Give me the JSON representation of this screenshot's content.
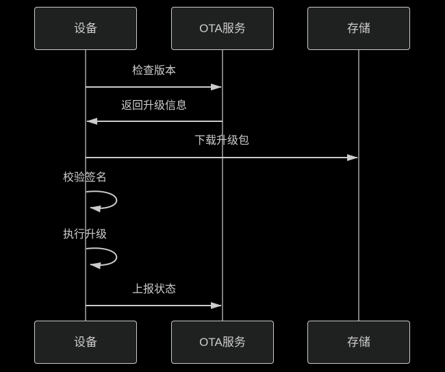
{
  "diagram": {
    "type": "sequence-diagram",
    "theme": "dark",
    "actors": [
      {
        "id": "device",
        "label": "设备"
      },
      {
        "id": "ota-service",
        "label": "OTA服务"
      },
      {
        "id": "storage",
        "label": "存储"
      }
    ],
    "messages": [
      {
        "from": "device",
        "to": "ota-service",
        "label": "检查版本",
        "arrow": "solid"
      },
      {
        "from": "ota-service",
        "to": "device",
        "label": "返回升级信息",
        "arrow": "solid"
      },
      {
        "from": "device",
        "to": "storage",
        "label": "下载升级包",
        "arrow": "solid"
      },
      {
        "from": "device",
        "to": "device",
        "label": "校验签名",
        "arrow": "self-loop"
      },
      {
        "from": "device",
        "to": "device",
        "label": "执行升级",
        "arrow": "self-loop"
      },
      {
        "from": "device",
        "to": "ota-service",
        "label": "上报状态",
        "arrow": "solid"
      }
    ],
    "colors": {
      "background": "#000000",
      "actor_fill": "#1f2020",
      "actor_border": "#cccccc",
      "text": "#cccccc",
      "signal_line": "#cccccc"
    }
  }
}
